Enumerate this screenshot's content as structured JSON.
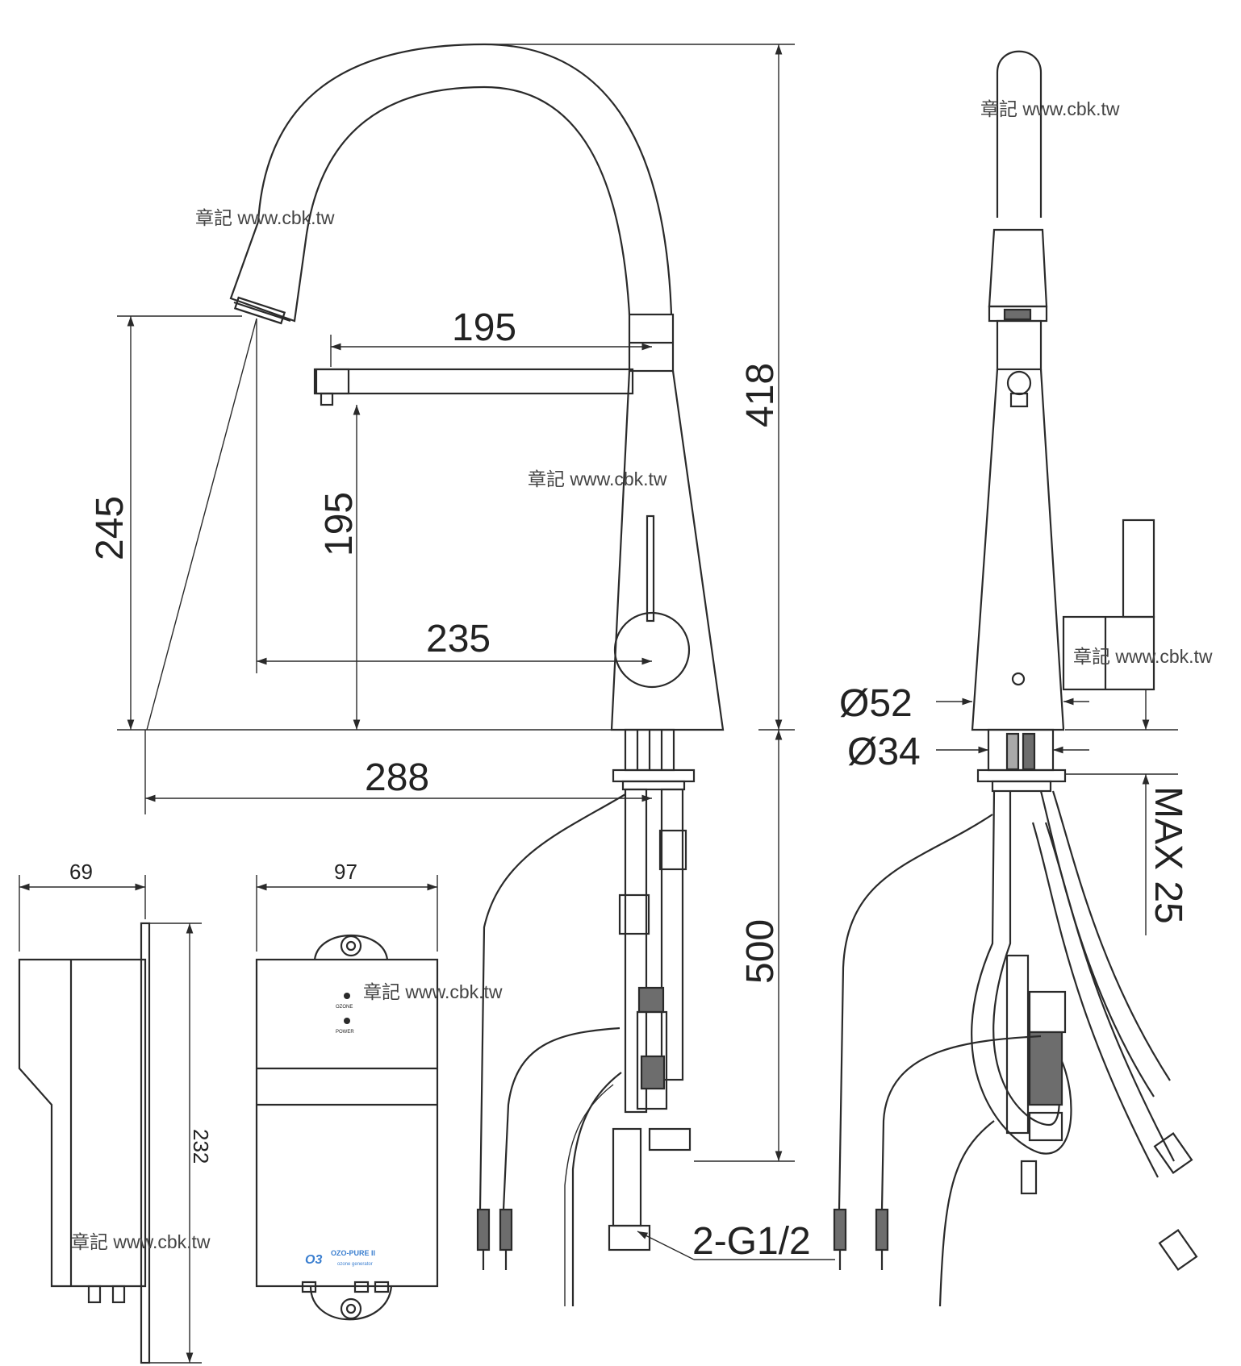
{
  "dimensions": {
    "spout_reach": "195",
    "total_height": "418",
    "outlet_height": "245",
    "spray_height": "195",
    "spray_reach": "235",
    "pulled_reach": "288",
    "hose_length": "500",
    "base_diameter": "Ø52",
    "shank_diameter": "Ø34",
    "max_deck": "MAX 25",
    "connection": "2-G1/2",
    "box_depth": "69",
    "box_width": "97",
    "box_height": "232"
  },
  "watermark": "章記 www.cbk.tw",
  "ozone_unit": {
    "indicator_1": "OZONE",
    "indicator_2": "POWER",
    "brand": "OZO-PURE II",
    "brand_sub": "ozone generator",
    "logo": "O3"
  },
  "colors": {
    "line": "#2a2a2a",
    "brand": "#3b7fd0",
    "dark_fill": "#6d6d6d"
  }
}
